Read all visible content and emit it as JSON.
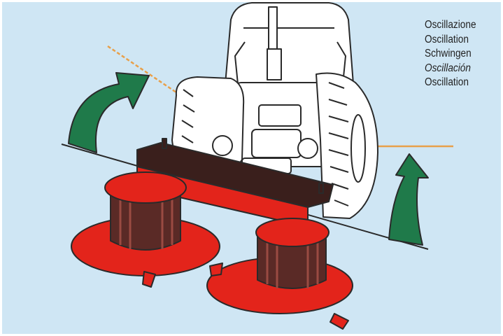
{
  "colors": {
    "background": "#cfe6f4",
    "mower_red": "#e3241b",
    "mower_dark": "#3a1f1c",
    "arrow_green": "#1f7a4a",
    "guide_orange": "#e8a04a",
    "outline": "#2a2a2a"
  },
  "legend": {
    "items": [
      {
        "text": "Oscillazione",
        "style": "normal"
      },
      {
        "text": "Oscillation",
        "style": "normal"
      },
      {
        "text": "Schwingen",
        "style": "normal"
      },
      {
        "text": "Oscillación",
        "style": "italic"
      },
      {
        "text": "Oscillation",
        "style": "normal"
      }
    ]
  },
  "icons": [
    "tractor-rear-illustration",
    "disc-mower-illustration",
    "left-rotation-arrow",
    "right-rotation-arrow"
  ]
}
